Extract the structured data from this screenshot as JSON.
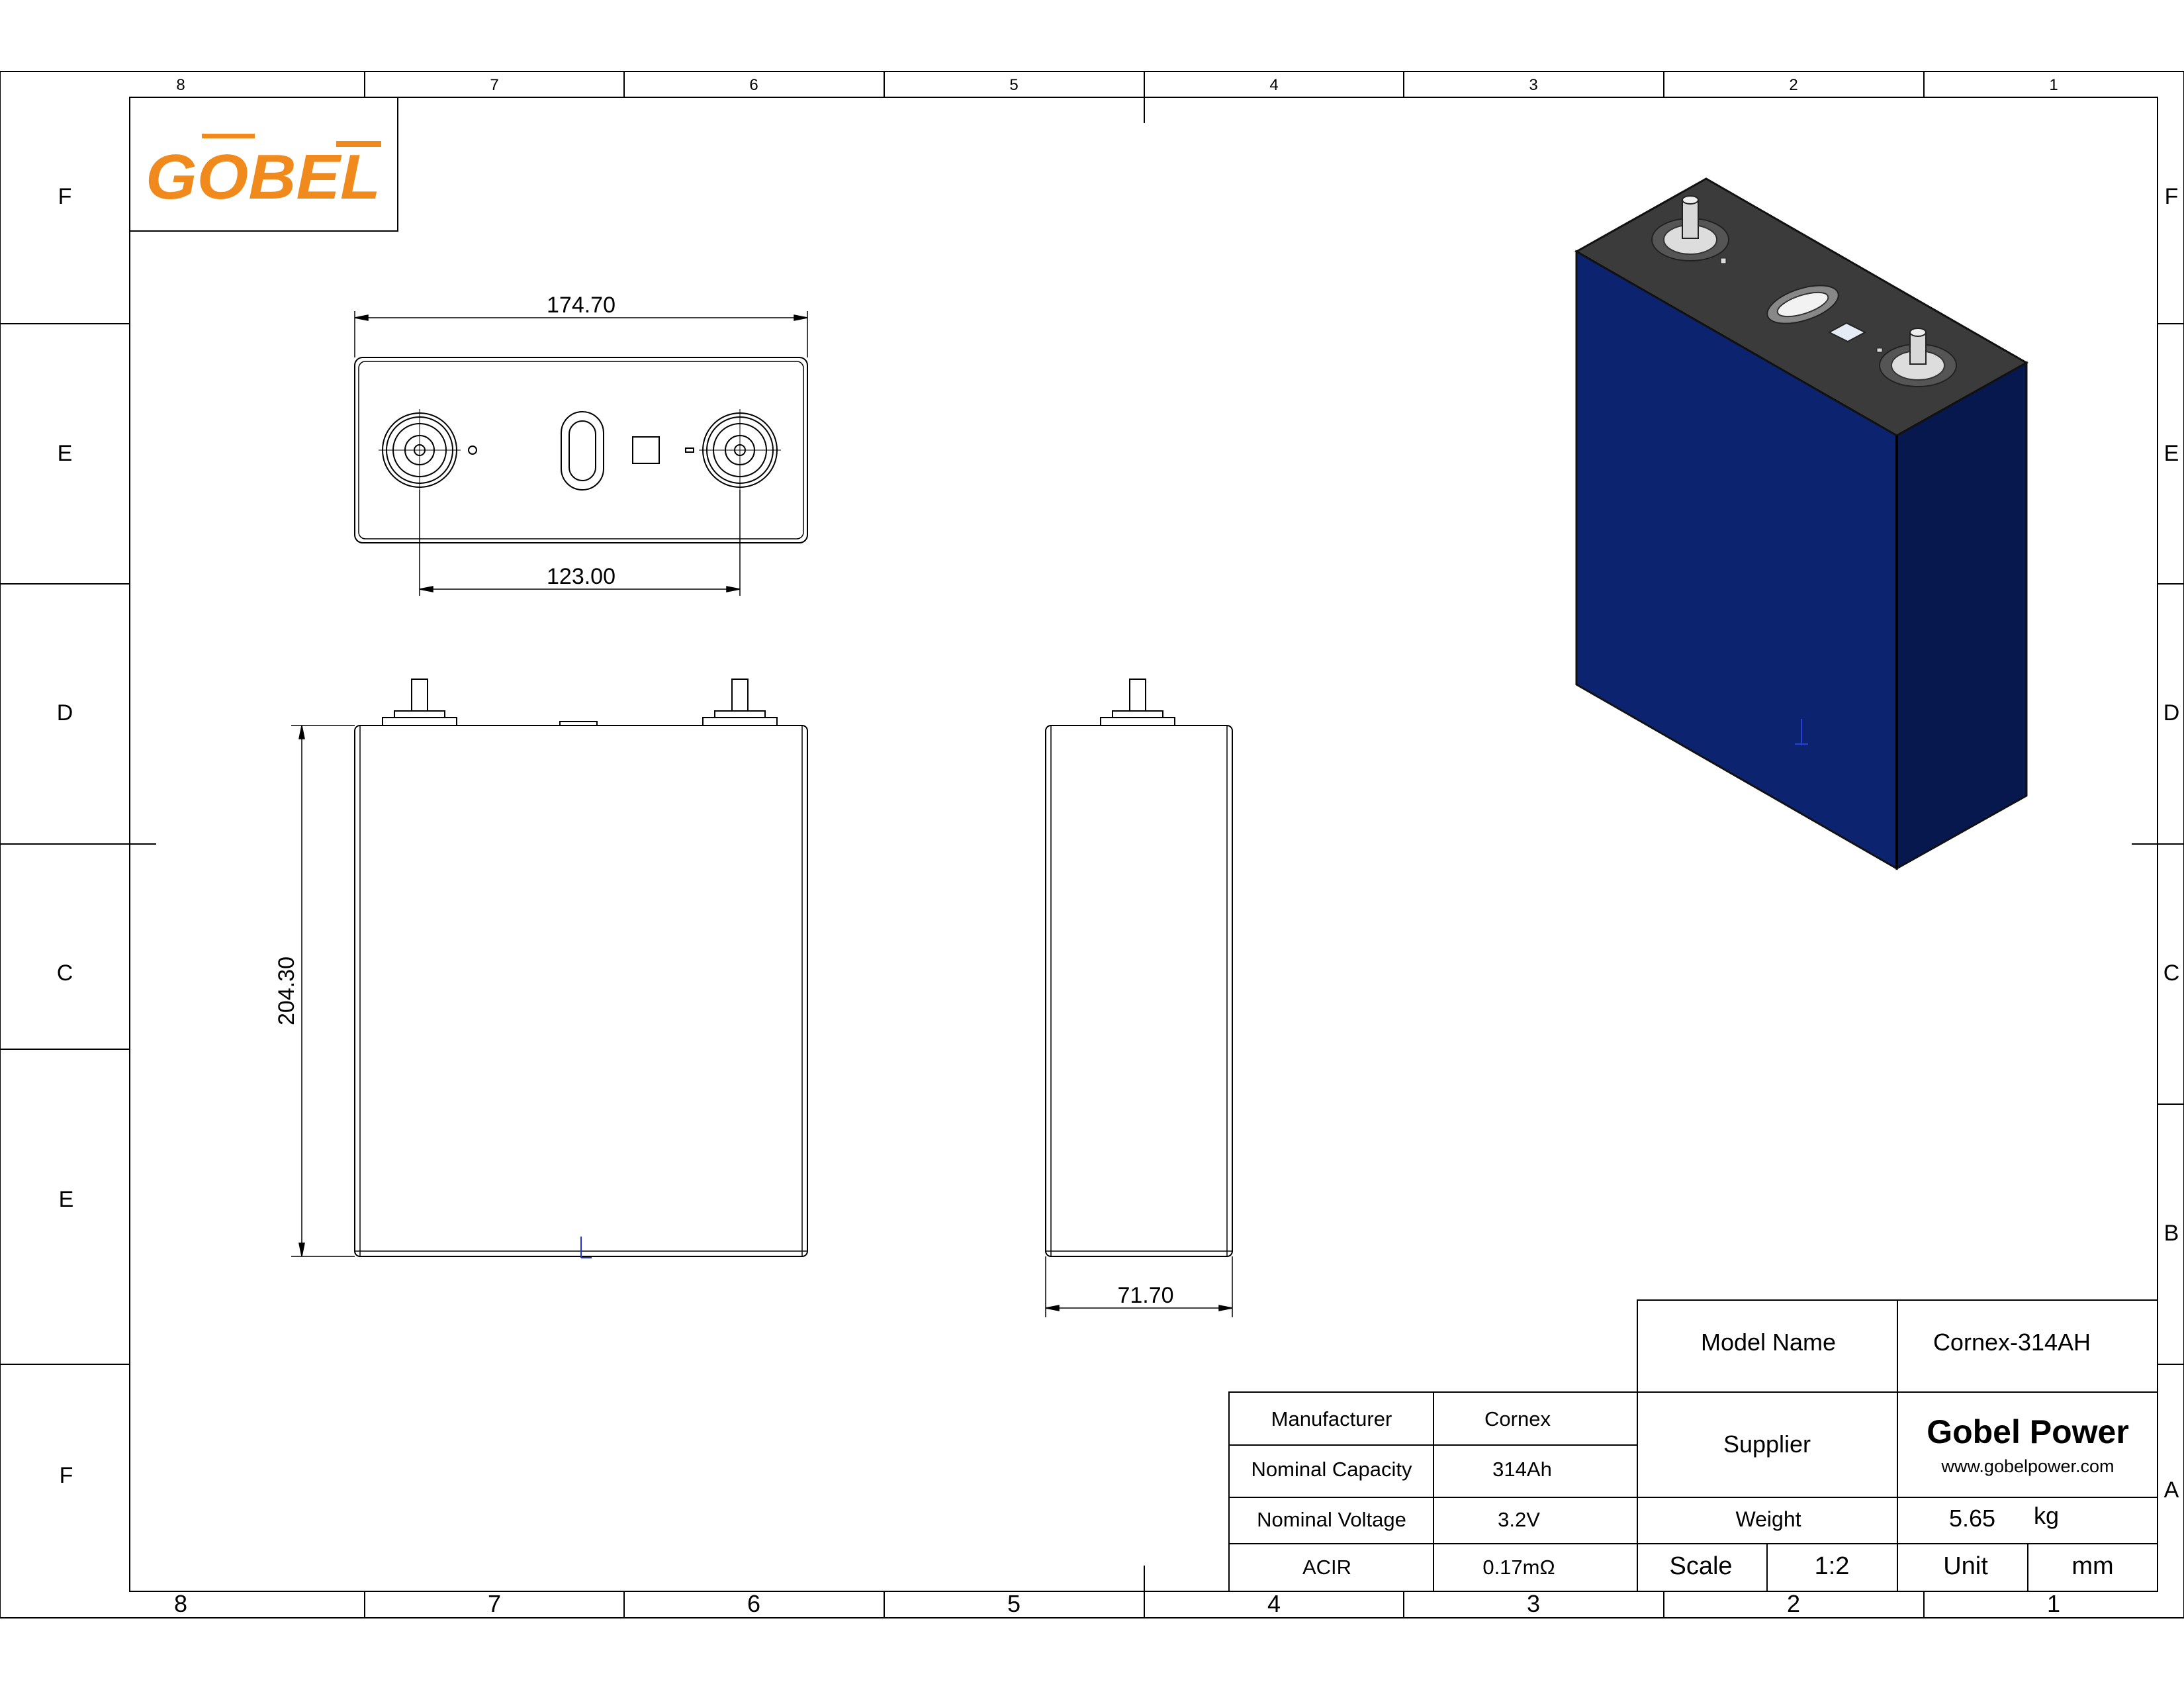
{
  "frame": {
    "top_zones": [
      "8",
      "7",
      "6",
      "5",
      "4",
      "3",
      "2",
      "1"
    ],
    "bottom_zones": [
      "8",
      "7",
      "6",
      "5",
      "4",
      "3",
      "2",
      "1"
    ],
    "left_zones": [
      "F",
      "E",
      "D",
      "C",
      "E",
      "F"
    ],
    "right_zones": [
      "F",
      "E",
      "D",
      "C",
      "B",
      "A"
    ]
  },
  "logo": {
    "text": "GOBEL",
    "color": "#f08a1c"
  },
  "dimensions": {
    "top_width": "174.70",
    "terminal_spacing": "123.00",
    "height": "204.30",
    "thickness": "71.70"
  },
  "title_block": {
    "model_name_label": "Model Name",
    "model_name_value": "Cornex-314AH",
    "manufacturer_label": "Manufacturer",
    "manufacturer_value": "Cornex",
    "capacity_label": "Nominal Capacity",
    "capacity_value": "314Ah",
    "voltage_label": "Nominal Voltage",
    "voltage_value": "3.2V",
    "acir_label": "ACIR",
    "acir_value": "0.17mΩ",
    "supplier_label": "Supplier",
    "supplier_name": "Gobel Power",
    "supplier_url": "www.gobelpower.com",
    "weight_label": "Weight",
    "weight_value": "5.65",
    "weight_unit": "kg",
    "scale_label": "Scale",
    "scale_value": "1:2",
    "unit_label": "Unit",
    "unit_value": "mm"
  },
  "colors": {
    "cell_body": "#0c2470",
    "cell_top": "#3b3b3b",
    "line": "#000000"
  }
}
